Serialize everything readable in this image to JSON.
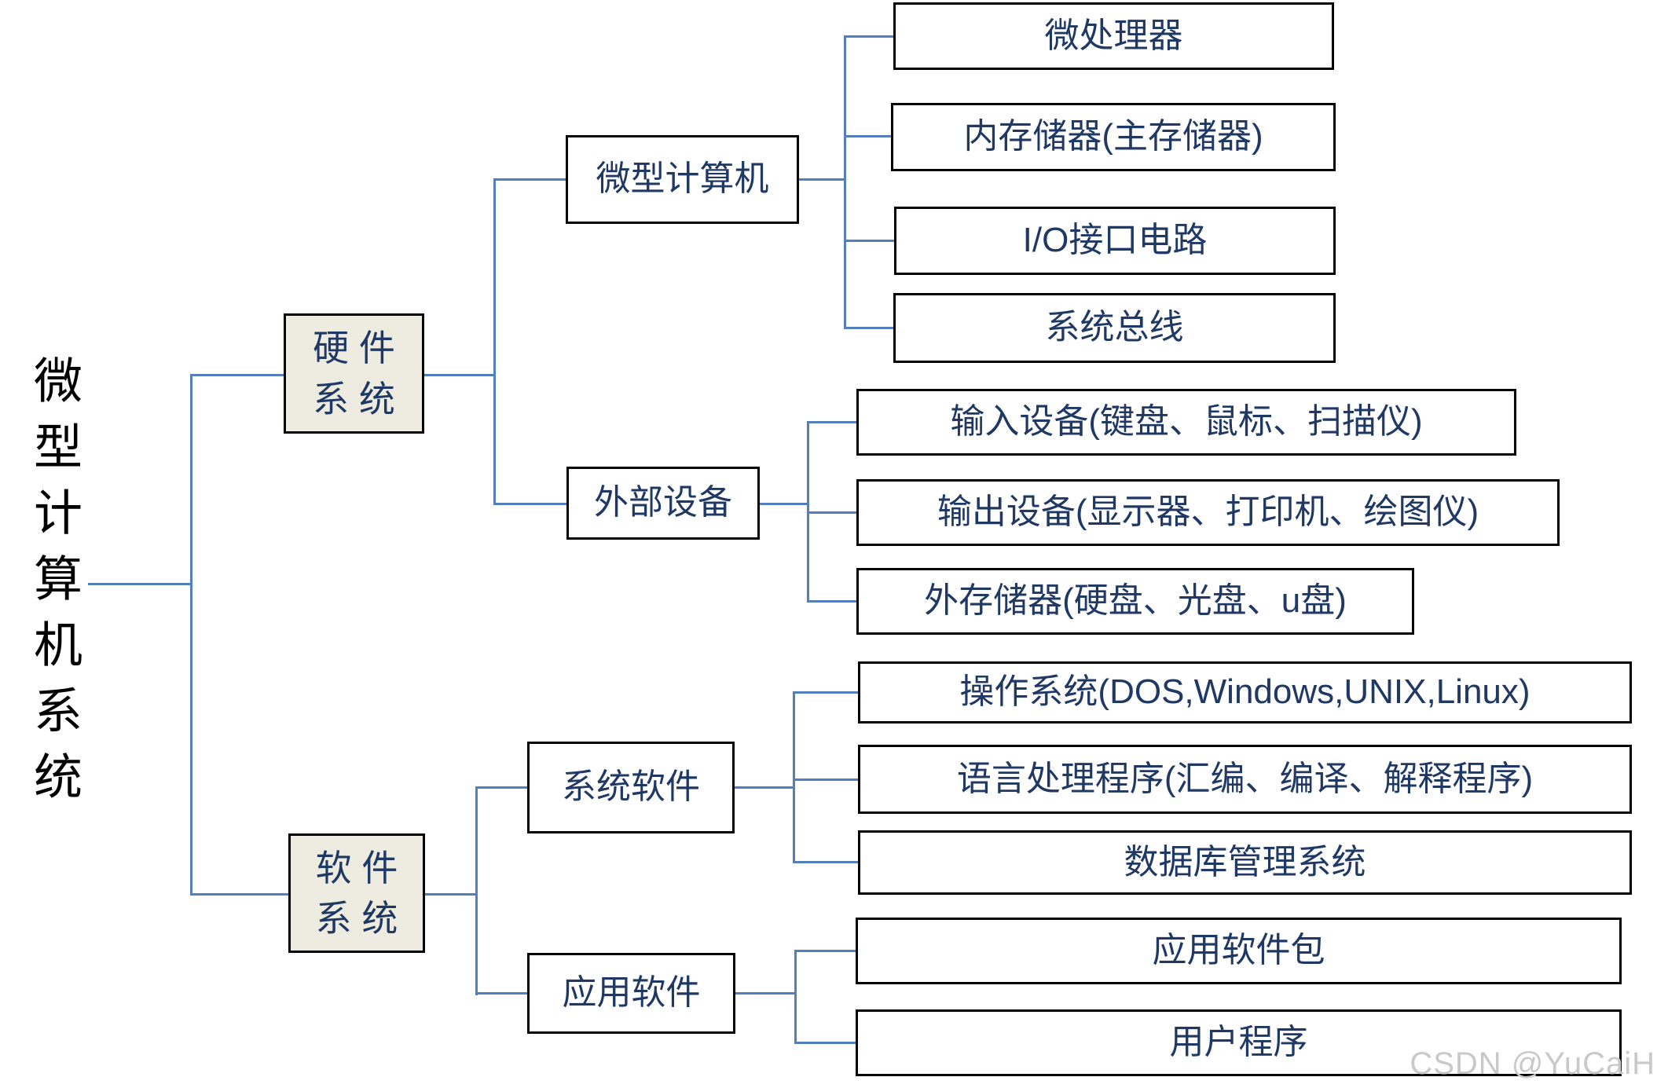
{
  "diagram_title": "微型计算机系统",
  "watermark": "CSDN @YuCaiH",
  "colors": {
    "connector": "#527FBE",
    "box_border": "#000000",
    "beige_fill": "#EEECE1",
    "white_fill": "#FFFFFF",
    "text_navy": "#1F3864",
    "root_text": "#000000",
    "watermark": "#C9C9C9"
  },
  "nodes": {
    "root": {
      "label": "微型计算机系统"
    },
    "hardware": {
      "line1": "硬 件",
      "line2": "系 统"
    },
    "software": {
      "line1": "软 件",
      "line2": "系 统"
    },
    "microcomputer": {
      "label": "微型计算机"
    },
    "peripherals": {
      "label": "外部设备"
    },
    "cpu": {
      "label": "微处理器"
    },
    "memory": {
      "label": "内存储器(主存储器)"
    },
    "io_interface": {
      "label": "I/O接口电路"
    },
    "system_bus": {
      "label": "系统总线"
    },
    "input_devices": {
      "label": "输入设备(键盘、鼠标、扫描仪)"
    },
    "output_devices": {
      "label": "输出设备(显示器、打印机、绘图仪)"
    },
    "external_storage": {
      "label": "外存储器(硬盘、光盘、u盘)"
    },
    "system_software": {
      "label": "系统软件"
    },
    "application_software": {
      "label": "应用软件"
    },
    "operating_system": {
      "label": "操作系统(DOS,Windows,UNIX,Linux)"
    },
    "language_processor": {
      "label": "语言处理程序(汇编、编译、解释程序)"
    },
    "dbms": {
      "label": "数据库管理系统"
    },
    "app_package": {
      "label": "应用软件包"
    },
    "user_program": {
      "label": "用户程序"
    }
  },
  "structure": {
    "root": "微型计算机系统",
    "children": [
      {
        "name": "硬件系统",
        "children": [
          {
            "name": "微型计算机",
            "children": [
              "微处理器",
              "内存储器(主存储器)",
              "I/O接口电路",
              "系统总线"
            ]
          },
          {
            "name": "外部设备",
            "children": [
              "输入设备(键盘、鼠标、扫描仪)",
              "输出设备(显示器、打印机、绘图仪)",
              "外存储器(硬盘、光盘、u盘)"
            ]
          }
        ]
      },
      {
        "name": "软件系统",
        "children": [
          {
            "name": "系统软件",
            "children": [
              "操作系统(DOS,Windows,UNIX,Linux)",
              "语言处理程序(汇编、编译、解释程序)",
              "数据库管理系统"
            ]
          },
          {
            "name": "应用软件",
            "children": [
              "应用软件包",
              "用户程序"
            ]
          }
        ]
      }
    ]
  }
}
